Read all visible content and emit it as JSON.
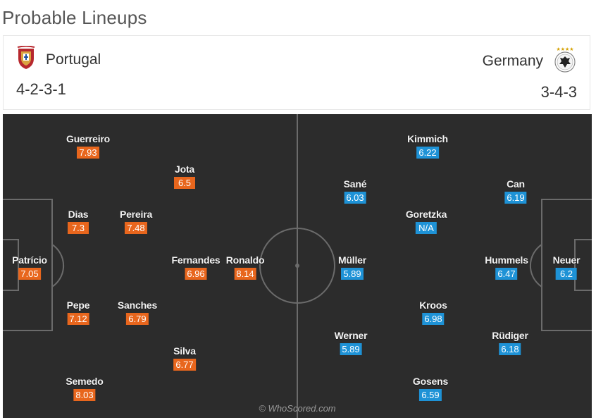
{
  "page_title": "Probable Lineups",
  "home": {
    "name": "Portugal",
    "formation": "4-2-3-1",
    "crest_icon": "portugal-crest-icon",
    "rating_color": "#e8661d",
    "players": [
      {
        "name": "Patrício",
        "rating": "7.05"
      },
      {
        "name": "Guerreiro",
        "rating": "7.93"
      },
      {
        "name": "Dias",
        "rating": "7.3"
      },
      {
        "name": "Pepe",
        "rating": "7.12"
      },
      {
        "name": "Semedo",
        "rating": "8.03"
      },
      {
        "name": "Pereira",
        "rating": "7.48"
      },
      {
        "name": "Sanches",
        "rating": "6.79"
      },
      {
        "name": "Jota",
        "rating": "6.5"
      },
      {
        "name": "Fernandes",
        "rating": "6.96"
      },
      {
        "name": "Silva",
        "rating": "6.77"
      },
      {
        "name": "Ronaldo",
        "rating": "8.14"
      }
    ]
  },
  "away": {
    "name": "Germany",
    "formation": "3-4-3",
    "crest_icon": "germany-crest-icon",
    "rating_color": "#1e92d6",
    "players": [
      {
        "name": "Neuer",
        "rating": "6.2"
      },
      {
        "name": "Can",
        "rating": "6.19"
      },
      {
        "name": "Hummels",
        "rating": "6.47"
      },
      {
        "name": "Rüdiger",
        "rating": "6.18"
      },
      {
        "name": "Kimmich",
        "rating": "6.22"
      },
      {
        "name": "Goretzka",
        "rating": "N/A"
      },
      {
        "name": "Kroos",
        "rating": "6.98"
      },
      {
        "name": "Gosens",
        "rating": "6.59"
      },
      {
        "name": "Sané",
        "rating": "6.03"
      },
      {
        "name": "Müller",
        "rating": "5.89"
      },
      {
        "name": "Werner",
        "rating": "5.89"
      }
    ]
  },
  "watermark": "© WhoScored.com",
  "pitch_color": "#2c2c2c",
  "line_color": "#6b6b6b"
}
